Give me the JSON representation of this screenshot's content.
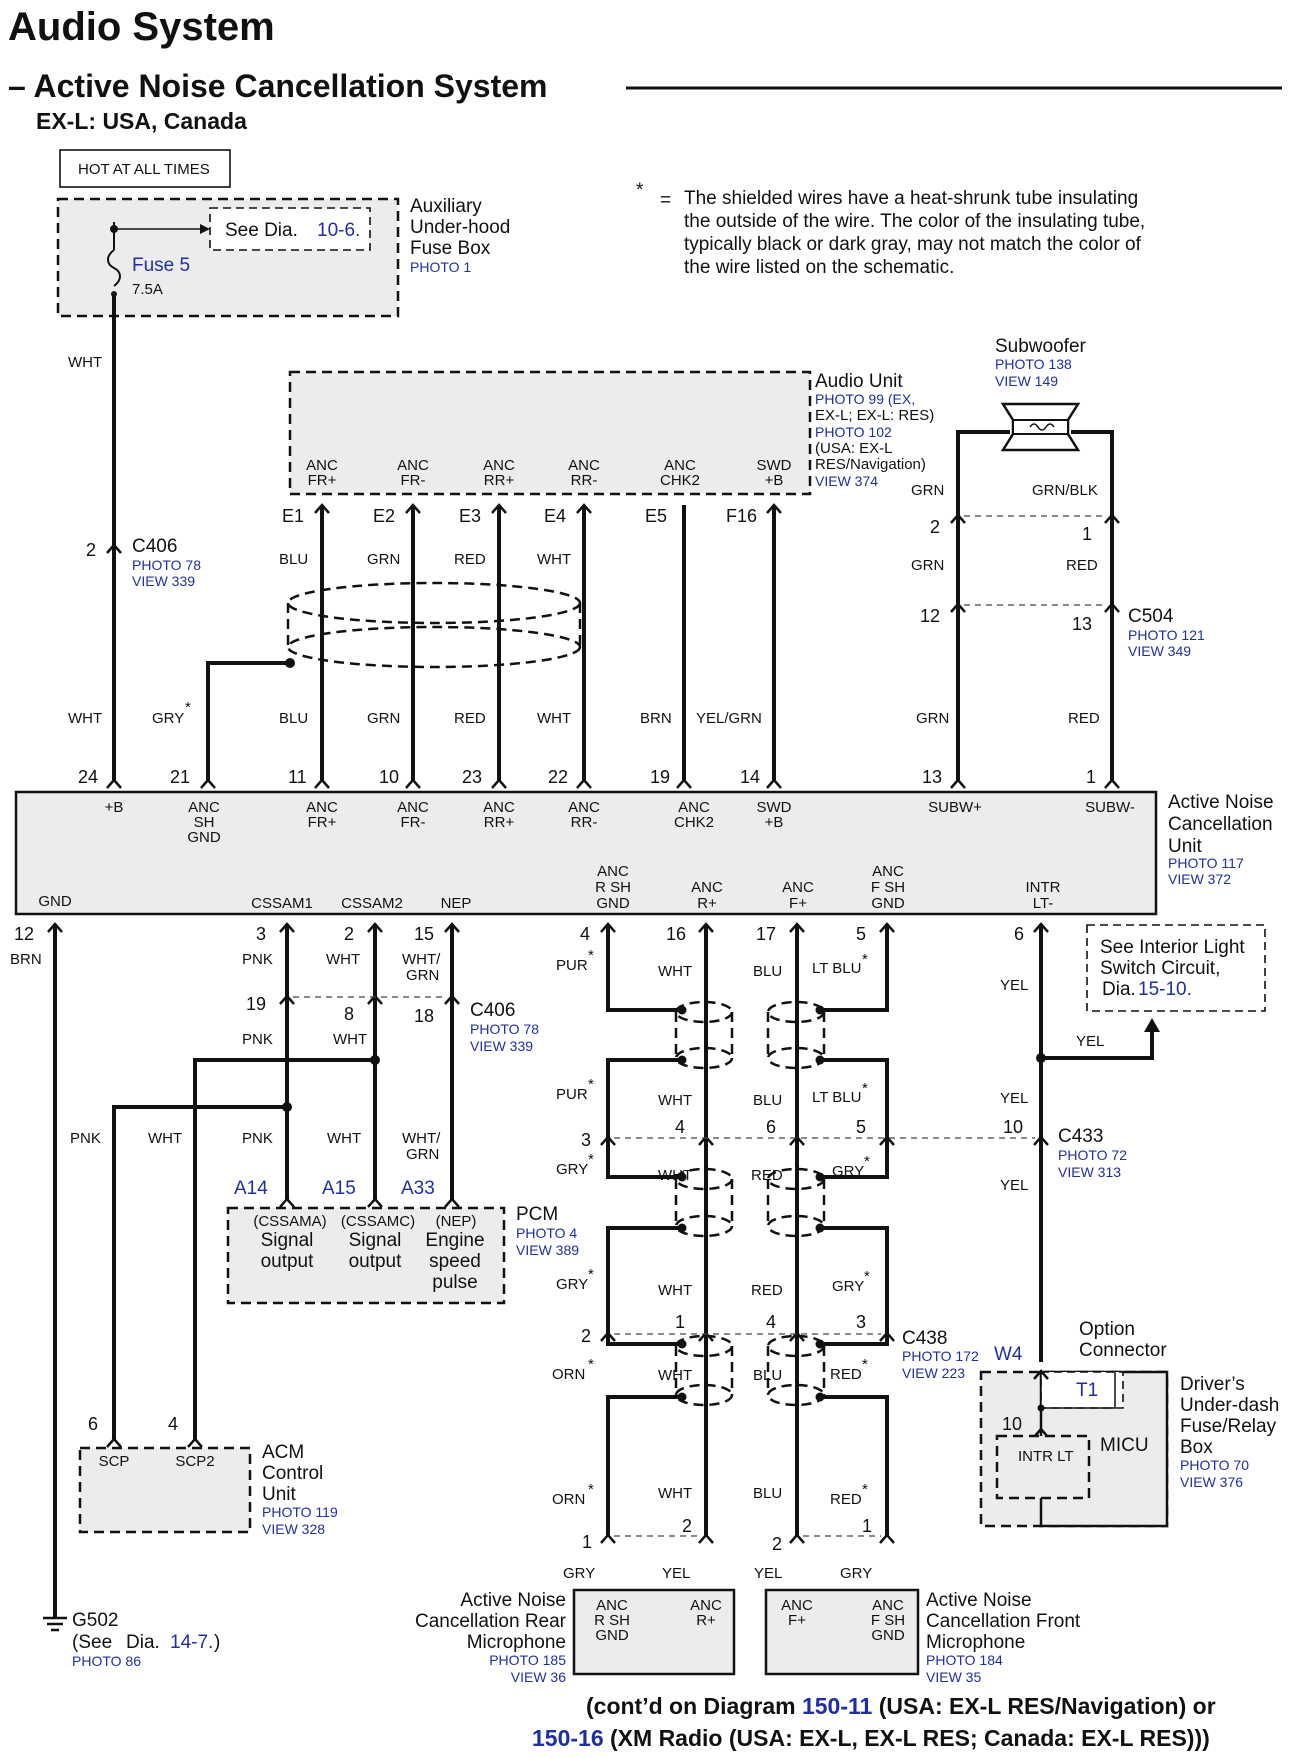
{
  "header": {
    "title": "Audio System",
    "subtitle": "– Active Noise Cancellation System",
    "variant": "EX-L: USA, Canada"
  },
  "note": {
    "star": "*",
    "eq": "=",
    "lines": [
      "The shielded wires have a heat-shrunk tube insulating",
      "the outside of the wire.  The color of the insulating tube,",
      "typically black or dark gray, may not match the color of",
      "the wire listed on the schematic."
    ]
  },
  "hot": "HOT AT ALL TIMES",
  "fusebox": {
    "see": "See Dia.",
    "see_ref": "10-6.",
    "fuse": "Fuse 5",
    "amp": "7.5A",
    "name": [
      "Auxiliary",
      "Under-hood",
      "Fuse Box"
    ],
    "photo": "PHOTO 1"
  },
  "audio_unit": {
    "name": "Audio Unit",
    "refs": [
      "PHOTO 99 (EX,",
      "EX-L; EX-L: RES)",
      "PHOTO 102",
      "(USA: EX-L",
      "RES/Navigation)",
      "VIEW 374"
    ],
    "terms": [
      [
        "ANC",
        "FR+"
      ],
      [
        "ANC",
        "FR-"
      ],
      [
        "ANC",
        "RR+"
      ],
      [
        "ANC",
        "RR-"
      ],
      [
        "ANC",
        "CHK2"
      ],
      [
        "SWD",
        "+B"
      ]
    ],
    "pins": [
      "E1",
      "E2",
      "E3",
      "E4",
      "E5",
      "F16"
    ]
  },
  "subwoofer": {
    "name": "Subwoofer",
    "photo": "PHOTO 138",
    "view": "VIEW 149"
  },
  "c406_top": {
    "pin": "2",
    "name": "C406",
    "photo": "PHOTO 78",
    "view": "VIEW 339"
  },
  "c504": {
    "name": "C504",
    "photo": "PHOTO 121",
    "view": "VIEW 349",
    "pins": [
      "2",
      "1",
      "12",
      "13"
    ]
  },
  "wires_upper": {
    "wht": "WHT",
    "blu": "BLU",
    "grn": "GRN",
    "red": "RED",
    "brn": "BRN",
    "yelgrn": "YEL/GRN",
    "gry": "GRY",
    "grnblk": "GRN/BLK"
  },
  "anc_unit": {
    "name": [
      "Active Noise",
      "Cancellation",
      "Unit"
    ],
    "photo": "PHOTO 117",
    "view": "VIEW 372",
    "top_pins": [
      "24",
      "21",
      "11",
      "10",
      "23",
      "22",
      "19",
      "14",
      "13",
      "1"
    ],
    "top_terms": [
      [
        "+B"
      ],
      [
        "ANC",
        "SH",
        "GND"
      ],
      [
        "ANC",
        "FR+"
      ],
      [
        "ANC",
        "FR-"
      ],
      [
        "ANC",
        "RR+"
      ],
      [
        "ANC",
        "RR-"
      ],
      [
        "ANC",
        "CHK2"
      ],
      [
        "SWD",
        "+B"
      ],
      [
        "SUBW+"
      ],
      [
        "SUBW-"
      ]
    ],
    "bottom_terms": [
      [
        "GND"
      ],
      [
        "CSSAM1"
      ],
      [
        "CSSAM2"
      ],
      [
        "NEP"
      ],
      [
        "ANC",
        "R SH",
        "GND"
      ],
      [
        "ANC",
        "R+"
      ],
      [
        "ANC",
        "F+"
      ],
      [
        "ANC",
        "F SH",
        "GND"
      ],
      [
        "INTR",
        "LT-"
      ]
    ],
    "bottom_pins": [
      "12",
      "3",
      "2",
      "15",
      "4",
      "16",
      "17",
      "5",
      "6"
    ]
  },
  "wires_lower": {
    "brn": "BRN",
    "pnk": "PNK",
    "wht": "WHT",
    "whtgrn": [
      "WHT/",
      "GRN"
    ],
    "pur": "PUR",
    "blu": "BLU",
    "ltblu": "LT BLU",
    "yel": "YEL",
    "gry": "GRY",
    "red": "RED",
    "orn": "ORN",
    "star": "*"
  },
  "c406_bot": {
    "pins": [
      "19",
      "8",
      "18"
    ],
    "name": "C406",
    "photo": "PHOTO 78",
    "view": "VIEW 339"
  },
  "pcm": {
    "name": "PCM",
    "photo": "PHOTO 4",
    "view": "VIEW 389",
    "pins": [
      "A14",
      "A15",
      "A33"
    ],
    "cols": [
      [
        "(CSSAMA)",
        "Signal",
        "output"
      ],
      [
        "(CSSAMC)",
        "Signal",
        "output"
      ],
      [
        "(NEP)",
        "Engine",
        "speed",
        "pulse"
      ]
    ]
  },
  "acm": {
    "pins": [
      "6",
      "4"
    ],
    "terms": [
      "SCP",
      "SCP2"
    ],
    "name": [
      "ACM",
      "Control",
      "Unit"
    ],
    "photo": "PHOTO 119",
    "view": "VIEW 328"
  },
  "ground": {
    "name": "G502",
    "see": "(See",
    "dia": "Dia.",
    "ref": "14-7.",
    "close": ")",
    "photo": "PHOTO 86"
  },
  "interior": {
    "lines": [
      "See Interior Light",
      "Switch Circuit,"
    ],
    "dia": "Dia.",
    "ref": "15-10."
  },
  "c433": {
    "name": "C433",
    "photo": "PHOTO 72",
    "view": "VIEW 313",
    "pins": [
      "3",
      "4",
      "6",
      "5",
      "10"
    ]
  },
  "c438": {
    "name": "C438",
    "photo": "PHOTO 172",
    "view": "VIEW 223",
    "pins": [
      "2",
      "1",
      "4",
      "3"
    ]
  },
  "option": {
    "name": [
      "Option",
      "Connector"
    ],
    "pin": "W4",
    "term": "T1"
  },
  "micu": {
    "pin": "10",
    "intr": "INTR LT",
    "name": "MICU",
    "box": [
      "Driver’s",
      "Under-dash",
      "Fuse/Relay",
      "Box"
    ],
    "photo": "PHOTO 70",
    "view": "VIEW 376"
  },
  "mic_rear": {
    "pins": [
      "1",
      "2"
    ],
    "terms": [
      [
        "ANC",
        "R SH",
        "GND"
      ],
      [
        "ANC",
        "R+"
      ]
    ],
    "name": [
      "Active Noise",
      "Cancellation Rear",
      "Microphone"
    ],
    "photo": "PHOTO 185",
    "view": "VIEW 36"
  },
  "mic_front": {
    "pins": [
      "2",
      "1"
    ],
    "terms": [
      [
        "ANC",
        "F+"
      ],
      [
        "ANC",
        "F SH",
        "GND"
      ]
    ],
    "name": [
      "Active Noise",
      "Cancellation Front",
      "Microphone"
    ],
    "photo": "PHOTO 184",
    "view": "VIEW 35"
  },
  "footer": {
    "a": "(cont’d on ",
    "b": "Diagram ",
    "c": "150-11",
    "d": " (USA: EX-L RES/Navigation) or",
    "e": "150-16",
    "f": " (XM Radio (USA: EX-L, EX-L RES; Canada: EX-L RES)))"
  }
}
